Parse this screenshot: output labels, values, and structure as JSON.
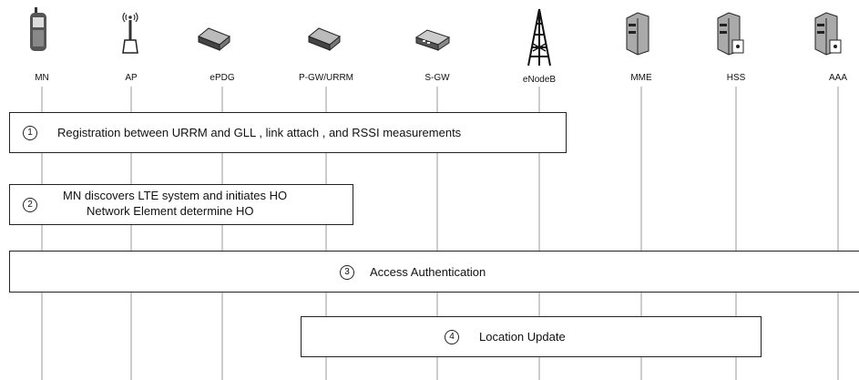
{
  "entities": [
    {
      "id": "mn",
      "label": "MN",
      "icon": "mobile-phone-icon"
    },
    {
      "id": "ap",
      "label": "AP",
      "icon": "access-point-antenna-icon"
    },
    {
      "id": "epdg",
      "label": "ePDG",
      "icon": "router-icon"
    },
    {
      "id": "pgw",
      "label": "P-GW/URRM",
      "icon": "router-icon"
    },
    {
      "id": "sgw",
      "label": "S-GW",
      "icon": "switch-icon"
    },
    {
      "id": "enodeb",
      "label": "eNodeB",
      "icon": "cell-tower-icon"
    },
    {
      "id": "mme",
      "label": "MME",
      "icon": "server-icon"
    },
    {
      "id": "hss",
      "label": "HSS",
      "icon": "server-icon"
    },
    {
      "id": "aaa",
      "label": "AAA",
      "icon": "server-icon"
    }
  ],
  "steps": [
    {
      "number": "1",
      "lines": [
        "Registration between URRM and GLL , link attach , and RSSI measurements"
      ]
    },
    {
      "number": "2",
      "lines": [
        "MN discovers LTE system and initiates HO",
        "Network Element determine HO"
      ]
    },
    {
      "number": "3",
      "lines": [
        "Access Authentication"
      ]
    },
    {
      "number": "4",
      "lines": [
        "Location Update"
      ]
    }
  ]
}
